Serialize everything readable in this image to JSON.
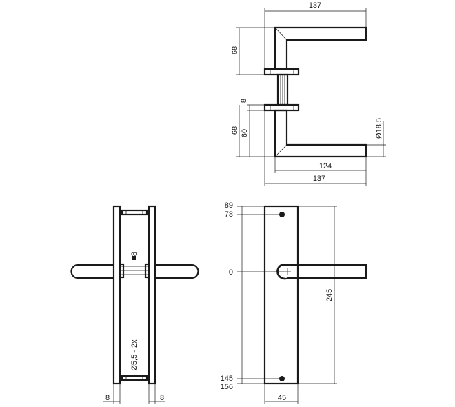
{
  "labels": {
    "top_width": "137",
    "top_lever_height": "68",
    "rose_thickness": "8",
    "lower_lever_height_outer": "68",
    "lower_lever_height_inner": "60",
    "grip_diameter": "Ø18,5",
    "inner_length": "124",
    "bottom_width": "137",
    "spindle": "8",
    "screw_hole": "Ø5,5 - 2x",
    "plate_left_thickness": "8",
    "plate_right_thickness": "8",
    "tick_89": "89",
    "tick_78": "78",
    "tick_0": "0",
    "plate_height": "245",
    "tick_145": "145",
    "tick_156": "156",
    "plate_width": "45"
  },
  "colors": {
    "line": "#1a1a1a",
    "background": "#ffffff"
  }
}
